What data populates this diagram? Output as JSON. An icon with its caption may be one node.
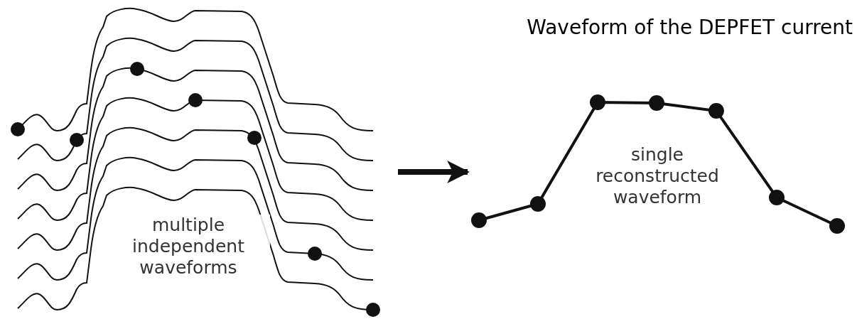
{
  "diagram": {
    "title": "Waveform of the DEPFET current",
    "nodes": [
      {
        "text": [
          "multiple independent waveforms"
        ]
      },
      {
        "text": [
          "single reconstructed waveform"
        ]
      }
    ],
    "edges": [
      {
        "from": 0,
        "to": 1,
        "arrow": "to"
      }
    ]
  }
}
